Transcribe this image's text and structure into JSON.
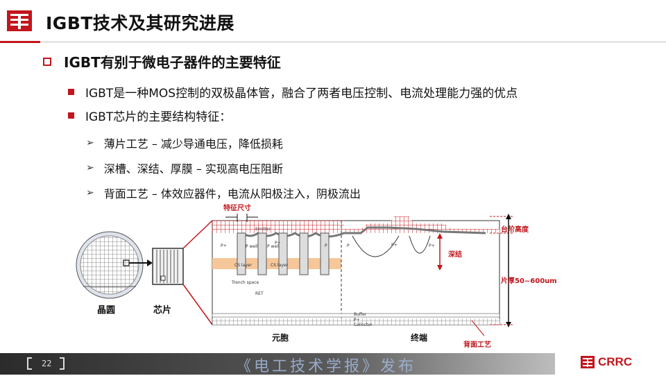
{
  "header": {
    "title": "IGBT技术及其研究进展"
  },
  "section": {
    "heading": "IGBT有别于微电子器件的主要特征"
  },
  "bullets": [
    "IGBT是一种MOS控制的双极晶体管，融合了两者电压控制、电流处理能力强的优点",
    "IGBT芯片的主要结构特征："
  ],
  "sub_bullets": [
    "薄片工艺 – 减少导通电压，降低损耗",
    "深槽、深结、厚膜 – 实现高电压阻断",
    "背面工艺 – 体效应器件，电流从阳极注入，阴极流出"
  ],
  "diagram": {
    "wafer_label": "晶圆",
    "chip_label": "芯片",
    "feature_size_label": "特征尺寸",
    "step_height_label": "台阶高度",
    "deep_junction_label": "深结",
    "thickness_label": "片厚50~600um",
    "backside_label": "背面工艺",
    "cell_label": "元胞",
    "termination_label": "终端",
    "inner_labels": {
      "emitter": "Emitter",
      "p_well_1": "P well",
      "p_well_2": "P well",
      "cs_layer_1": "CS layer",
      "cs_layer_2": "CS layer",
      "trench_space": "Trench space",
      "ret": "RET",
      "buffer": "Buffer",
      "p_plus_back": "P+",
      "collector": "Collector",
      "p_plus_a": "P+",
      "p_plus_b": "P+",
      "p_plus_c": "P+",
      "p_plus_d": "P+",
      "p_a": "P",
      "p_b": "P"
    }
  },
  "footer": {
    "page_number": "22",
    "watermark": "《电工技术学报》发布",
    "brand": "CRRC"
  },
  "colors": {
    "accent": "#c3151c",
    "orange_layer": "#f6c79a",
    "dark_text": "#111111"
  }
}
